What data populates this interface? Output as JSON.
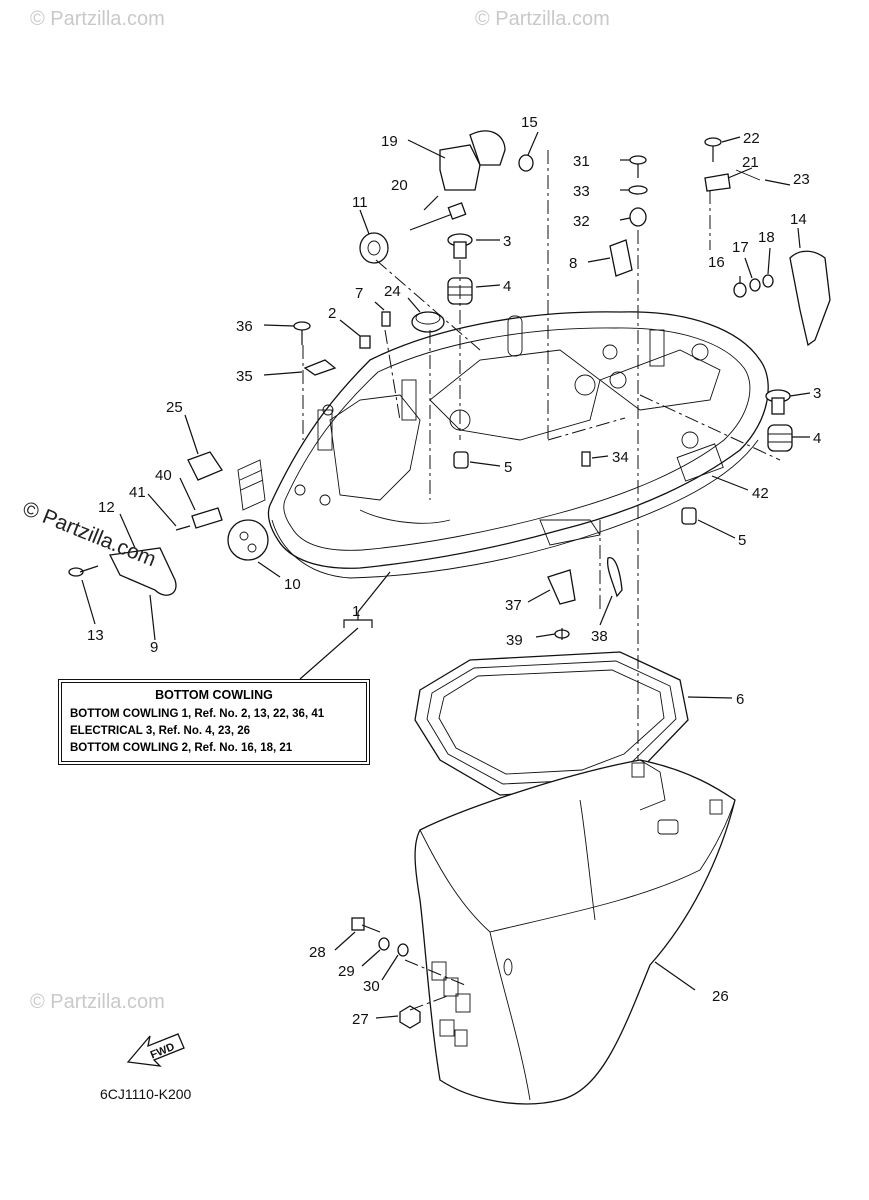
{
  "watermark": "© Partzilla.com",
  "legend": {
    "title": "BOTTOM COWLING",
    "lines": [
      "BOTTOM COWLING 1,  Ref. No. 2, 13, 22, 36, 41",
      "ELECTRICAL 3,  Ref. No. 4, 23, 26",
      "BOTTOM COWLING 2,  Ref. No. 16, 18, 21"
    ]
  },
  "diagram_code": "6CJ1110-K200",
  "fwd_label": "FWD",
  "part_numbers": {
    "p1": "1",
    "p2": "2",
    "p3a": "3",
    "p3b": "3",
    "p4a": "4",
    "p4b": "4",
    "p5a": "5",
    "p5b": "5",
    "p6": "6",
    "p7": "7",
    "p8": "8",
    "p9": "9",
    "p10": "10",
    "p11": "11",
    "p12": "12",
    "p13": "13",
    "p14": "14",
    "p15": "15",
    "p16": "16",
    "p17": "17",
    "p18": "18",
    "p19": "19",
    "p20": "20",
    "p21": "21",
    "p22": "22",
    "p23": "23",
    "p24": "24",
    "p25": "25",
    "p26": "26",
    "p27": "27",
    "p28": "28",
    "p29": "29",
    "p30": "30",
    "p31": "31",
    "p32": "32",
    "p33": "33",
    "p34": "34",
    "p35": "35",
    "p36": "36",
    "p37": "37",
    "p38": "38",
    "p39": "39",
    "p40": "40",
    "p41": "41",
    "p42": "42"
  }
}
